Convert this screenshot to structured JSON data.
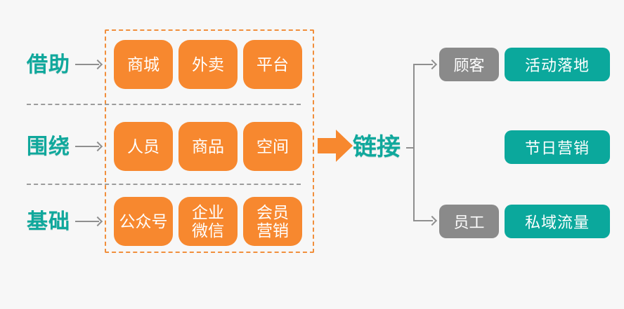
{
  "colors": {
    "background": "#f7f7f7",
    "orange": "#f7882f",
    "orange_dashed_border": "#f18f3c",
    "teal": "#0ba89c",
    "teal_text": "#10a89c",
    "gray_box": "#8a8a8a",
    "connector_gray": "#8f8f8f",
    "separator_gray": "#9c9c9c",
    "box_text": "#ffffff"
  },
  "left_panel": {
    "rows": [
      {
        "label": "借助",
        "items": [
          "商城",
          "外卖",
          "平台"
        ]
      },
      {
        "label": "围绕",
        "items": [
          "人员",
          "商品",
          "空间"
        ]
      },
      {
        "label": "基础",
        "items": [
          "公众号",
          "企业\n微信",
          "会员\n营销"
        ]
      }
    ]
  },
  "center": {
    "label": "链接"
  },
  "right_panel": {
    "rows": [
      {
        "audience": "顾客",
        "outcome": "活动落地"
      },
      {
        "outcome": "节日营销"
      },
      {
        "audience": "员工",
        "outcome": "私域流量"
      }
    ]
  }
}
